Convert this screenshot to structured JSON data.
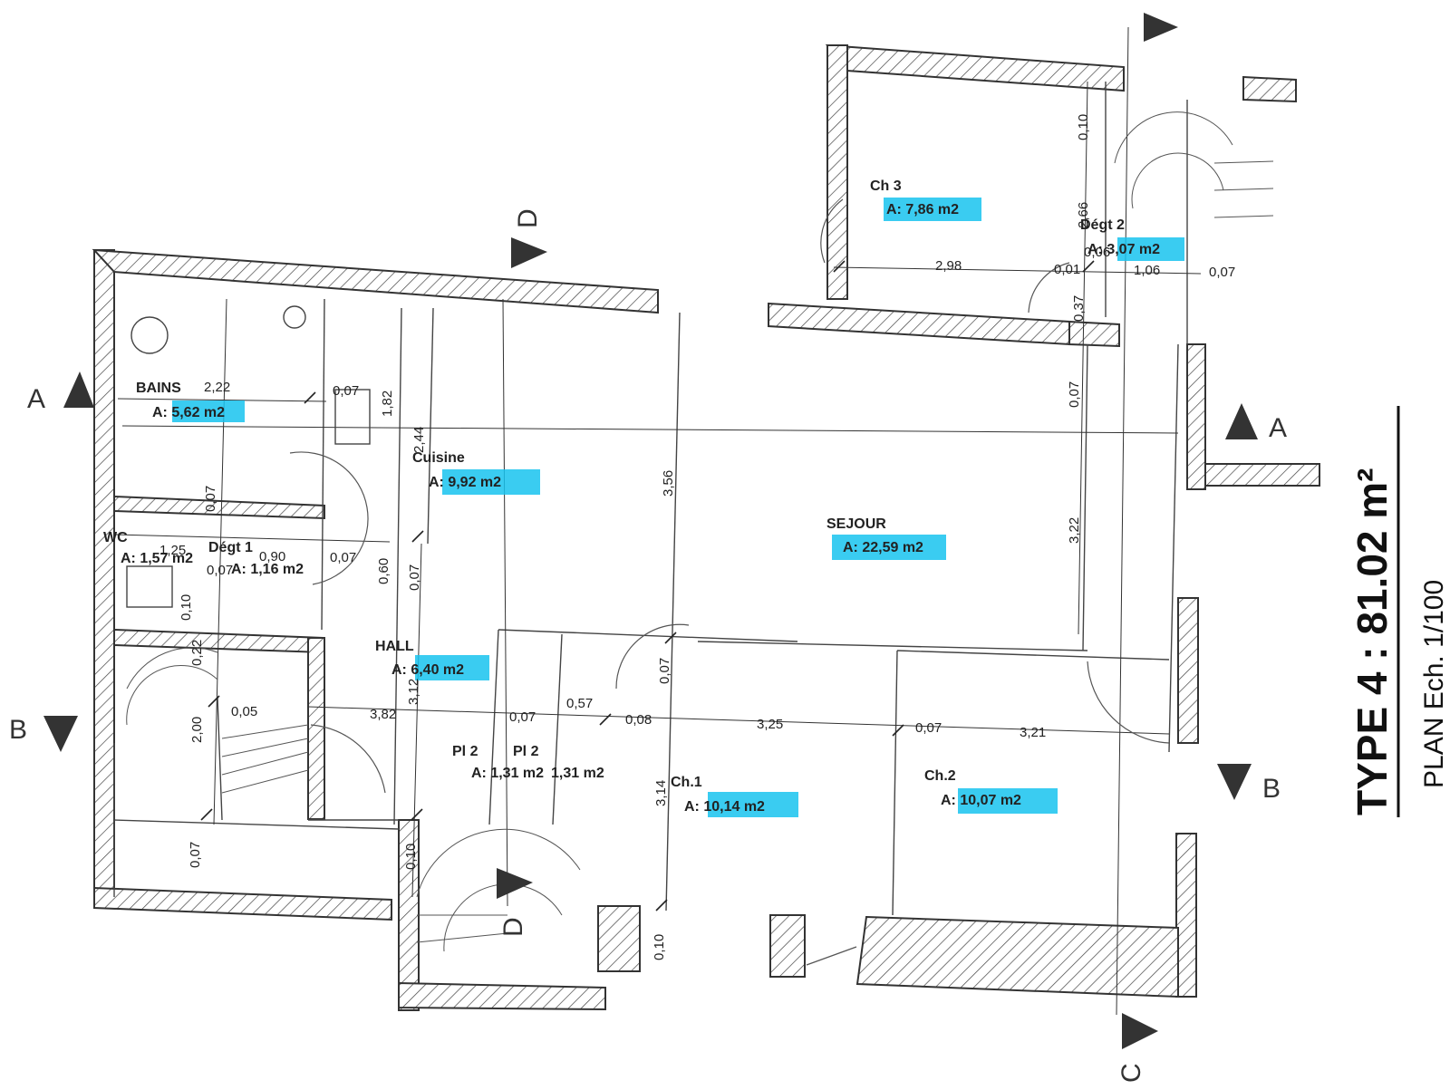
{
  "title": {
    "main": "TYPE 4 : 81.02 m²",
    "sub": "PLAN Ech. 1/100"
  },
  "rooms": [
    {
      "id": "bains",
      "name": "BAINS",
      "area": "A: 5,62 m2"
    },
    {
      "id": "wc",
      "name": "WC",
      "area": "A: 1,57 m2"
    },
    {
      "id": "degt1",
      "name": "Dégt 1",
      "area": "A: 1,16 m2"
    },
    {
      "id": "cuisine",
      "name": "Cuisine",
      "area": "A: 9,92 m2"
    },
    {
      "id": "sejour",
      "name": "SEJOUR",
      "area": "A: 22,59 m2"
    },
    {
      "id": "ch3",
      "name": "Ch 3",
      "area": "A: 7,86 m2"
    },
    {
      "id": "degt2",
      "name": "Dégt 2",
      "area": "A: 3,07 m2"
    },
    {
      "id": "hall",
      "name": "HALL",
      "area": "A: 6,40 m2"
    },
    {
      "id": "pl2a",
      "name": "Pl 2",
      "area": "A: 1,31 m2"
    },
    {
      "id": "pl2b",
      "name": "Pl 2",
      "area": "1,31 m2"
    },
    {
      "id": "ch1",
      "name": "Ch.1",
      "area": "A: 10,14 m2"
    },
    {
      "id": "ch2",
      "name": "Ch.2",
      "area": "A: 10,07 m2"
    }
  ],
  "dimensions": {
    "bains_w": "2,22",
    "bains_e": "0,07",
    "cuis_182": "1,82",
    "cuis_244": "2,44",
    "wc_007": "0,07",
    "wc_125": "1,25",
    "degt1_090": "0,90",
    "degt1_007": "0,07",
    "hall_007a": "0,07",
    "hall_060": "0,60",
    "hall_007b": "0,07",
    "wc_010": "0,10",
    "st_022": "0,22",
    "st_005": "0,05",
    "st_200": "2,00",
    "st_007": "0,07",
    "hall_382": "3,82",
    "hall_312": "3,12",
    "hall_007c": "0,07",
    "pl_057": "0,57",
    "pl_008": "0,08",
    "ch1_325": "3,25",
    "ch1_314": "3,14",
    "ch1_007": "0,07",
    "ch2_007": "0,07",
    "ch2_321": "3,21",
    "sej_356": "3,56",
    "sej_322": "3,22",
    "sej_007": "0,07",
    "ch3_298": "2,98",
    "ch3_001": "0,01",
    "ch3_037": "0,37",
    "dg2_010": "0,10",
    "dg2_266": "2,66",
    "dg2_006": "0,06",
    "dg2_106": "1,06",
    "dg2_007": "0,07",
    "bot_010a": "0,10",
    "bot_010b": "0,10"
  },
  "sections": {
    "a_left": "A",
    "a_right": "A",
    "b_left": "B",
    "b_right": "B",
    "c": "C",
    "d_top": "D",
    "d_bottom": "D"
  }
}
